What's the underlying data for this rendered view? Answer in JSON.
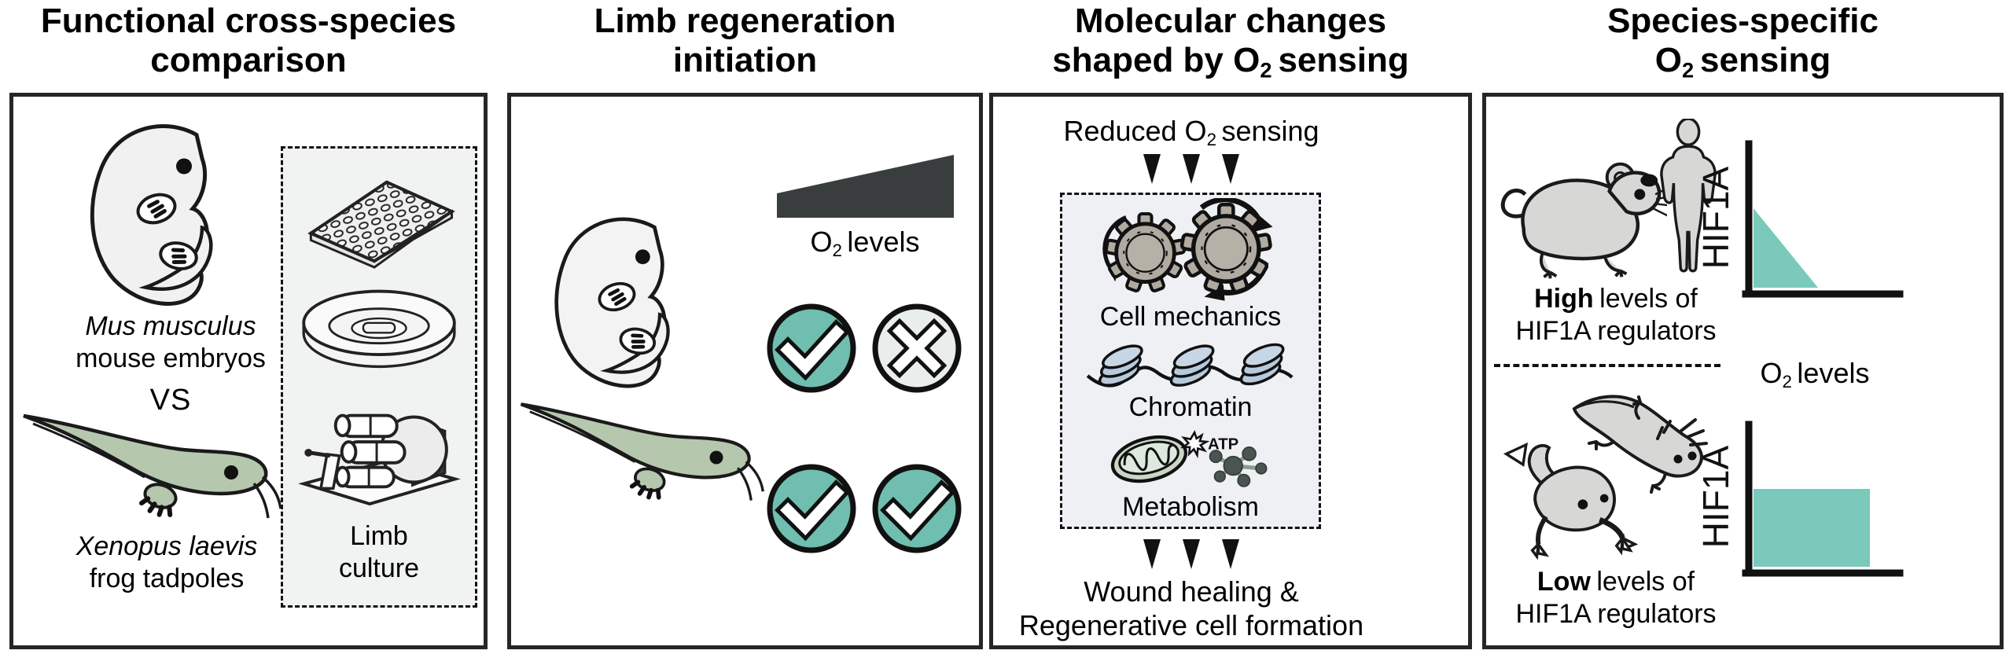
{
  "colors": {
    "teal": "#6FBEB0",
    "teal_graph": "#7AC9BA",
    "cross_bg": "#E9EDEB",
    "sage": "#B5C7AD",
    "embryo_fill": "#F2F1F1",
    "animal_gray": "#D7D7D6",
    "gear": "#B0AAA0",
    "nucleosome_blue": "#B7CADD",
    "mito_fill": "#DDE9DC",
    "molecule": "#4A5450",
    "dark_wedge": "#3A3D3D",
    "panel_border": "#262626",
    "dashbox_bg_p1": "#F1F2F2",
    "dashbox_bg_p3": "#EEF0F3"
  },
  "icons": [
    "mouse-embryo-icon",
    "tadpole-icon",
    "well-plate-icon",
    "culture-dish-icon",
    "roller-culture-icon",
    "o2-gradient-wedge-icon",
    "check-circle-icon",
    "cross-circle-icon",
    "down-arrow-icon",
    "gears-icon",
    "nucleosomes-icon",
    "mitochondrion-icon",
    "atp-burst-icon",
    "molecule-icon",
    "adult-mouse-icon",
    "human-icon",
    "axolotl-icon",
    "frog-icon",
    "hif1a-graph-icon"
  ],
  "p1": {
    "title1": "Functional cross-species",
    "title2": "comparison",
    "species_a_name": "Mus musculus",
    "species_a_desc": "mouse embryos",
    "vs_label": "VS",
    "species_b_name": "Xenopus laevis",
    "species_b_desc": "frog tadpoles",
    "method_line1": "Limb",
    "method_line2": "culture"
  },
  "p2": {
    "title1": "Limb regeneration",
    "title2": "initiation",
    "o2_o": "O",
    "o2_sub": "2",
    "o2_rest": "levels"
  },
  "p3": {
    "title1": "Molecular changes",
    "title2_pre": "shaped by O",
    "title2_sub": "2",
    "title2_post": "sensing",
    "top_pre": "Reduced O",
    "top_sub": "2",
    "top_post": "sensing",
    "cell_mechanics": "Cell mechanics",
    "chromatin": "Chromatin",
    "metabolism": "Metabolism",
    "atp": "ATP",
    "bottom1": "Wound healing &",
    "bottom2": "Regenerative cell formation"
  },
  "p4": {
    "title1": "Species-specific",
    "title2_pre": "O",
    "title2_sub": "2",
    "title2_post": "sensing",
    "high_bold": "High",
    "high_rest": "levels of",
    "high_line2": "HIF1A regulators",
    "low_bold": "Low",
    "low_rest": "levels of",
    "low_line2": "HIF1A regulators",
    "hif_axis": "HIF1A",
    "o2_o": "O",
    "o2_sub": "2",
    "o2_rest": "levels"
  }
}
